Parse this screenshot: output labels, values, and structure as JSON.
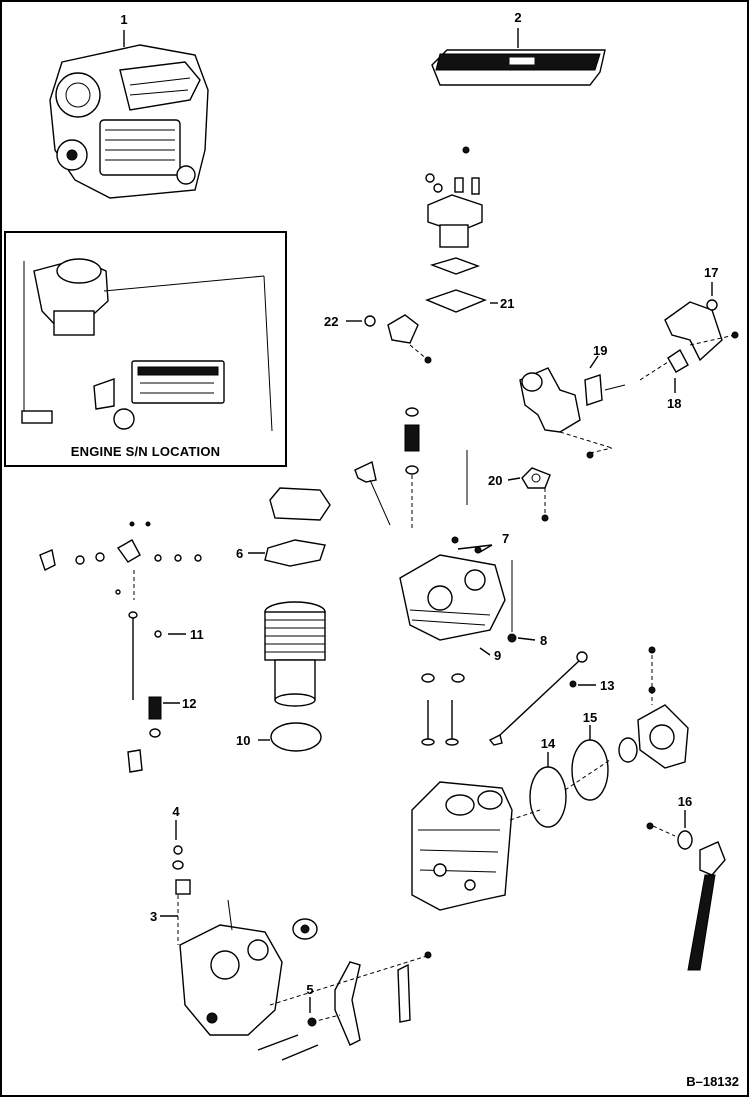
{
  "diagram": {
    "figure_number": "B–18132",
    "inset_label": "ENGINE S/N LOCATION",
    "callouts": {
      "c1": "1",
      "c2": "2",
      "c3": "3",
      "c4": "4",
      "c5": "5",
      "c6": "6",
      "c7": "7",
      "c8": "8",
      "c9": "9",
      "c10": "10",
      "c11": "11",
      "c12": "12",
      "c13": "13",
      "c14": "14",
      "c15": "15",
      "c16": "16",
      "c17": "17",
      "c18": "18",
      "c19": "19",
      "c20": "20",
      "c21": "21",
      "c22": "22"
    }
  }
}
